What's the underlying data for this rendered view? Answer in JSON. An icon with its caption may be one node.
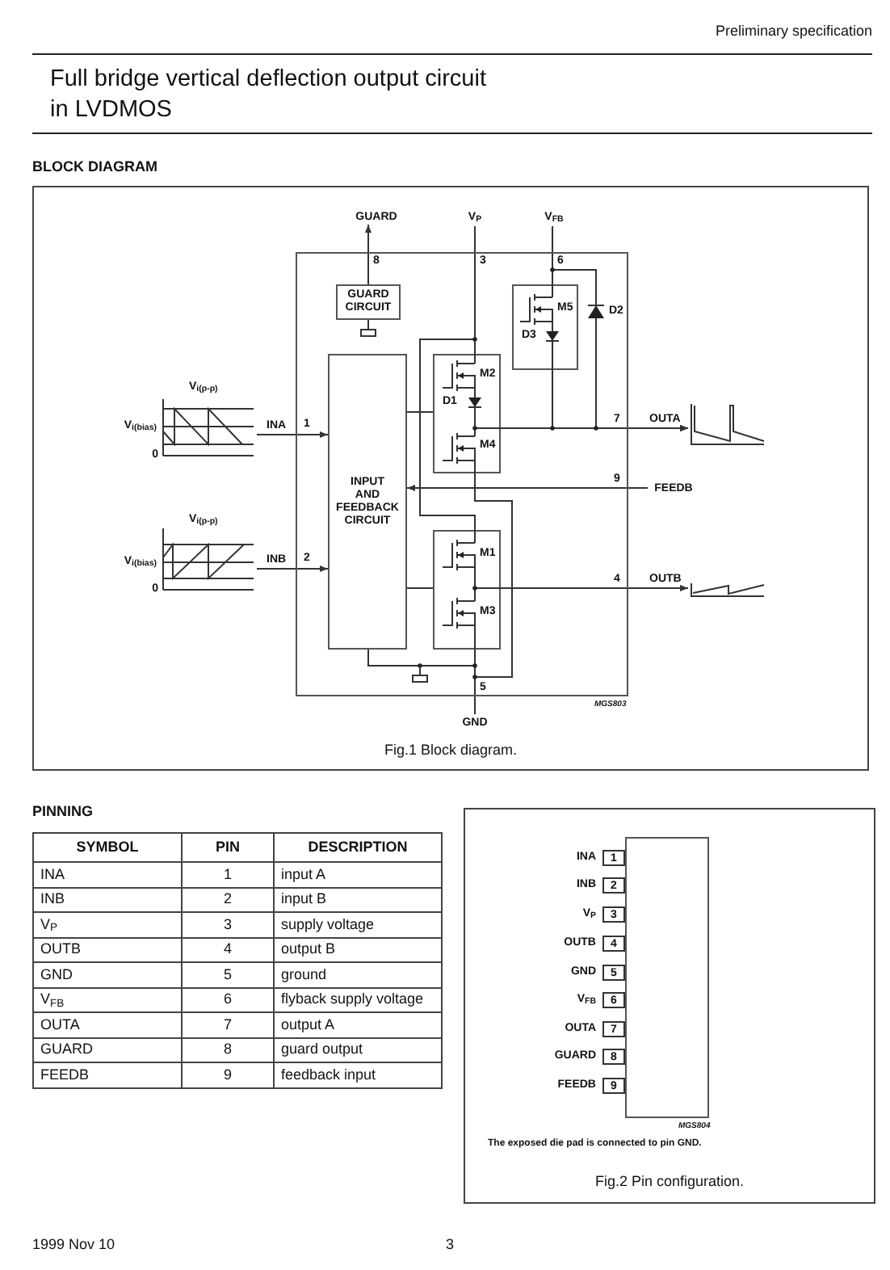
{
  "diagram": {
    "title": "Full bridge vertical deflection output circuit in LVDMOS",
    "nodes": [
      {
        "text": [
          "GUARD"
        ]
      },
      {
        "text": [
          "V$_{P}$"
        ]
      },
      {
        "text": [
          "V$_{FB}$"
        ]
      },
      {
        "text": [],
        "shape": "box"
      },
      {
        "text": [
          "GUARD CIRCUIT"
        ],
        "in": 3
      },
      {
        "text": [
          "M5",
          "D3"
        ],
        "in": 3
      },
      {
        "text": [],
        "shape": "diode",
        "beside": [
          "D2"
        ],
        "in": 3
      },
      {
        "text": [],
        "shape": "picture",
        "beside": [
          "V$_{i(p-p)}$",
          "V$_{i(bias)}$",
          "0"
        ]
      },
      {
        "text": [
          "INPUT AND FEEDBACK CIRCUIT"
        ],
        "in": 3
      },
      {
        "text": [
          "M2",
          "D1",
          "M4"
        ],
        "in": 3
      },
      {
        "text": [],
        "shape": "picture"
      },
      {
        "text": [
          "FEEDB"
        ]
      },
      {
        "text": [],
        "shape": "picture",
        "beside": [
          "V$_{i(p-p)}$",
          "V$_{i(bias)}$",
          "0"
        ]
      },
      {
        "text": [
          "M1",
          "M3"
        ],
        "in": 3
      },
      {
        "text": [],
        "shape": "picture"
      },
      {
        "text": [
          "GND"
        ]
      },
      {
        "text": [],
        "shape": "box"
      },
      {
        "text": [
          "1"
        ],
        "beside": [
          "INA"
        ]
      },
      {
        "text": [
          "2"
        ],
        "beside": [
          "INB"
        ]
      },
      {
        "text": [
          "3"
        ],
        "beside": [
          "V$_{P}$"
        ]
      },
      {
        "text": [
          "4"
        ],
        "beside": [
          "OUTB"
        ]
      },
      {
        "text": [
          "5"
        ],
        "beside": [
          "GND"
        ]
      },
      {
        "text": [
          "6"
        ],
        "beside": [
          "V$_{FB}$"
        ]
      },
      {
        "text": [
          "7"
        ],
        "beside": [
          "OUTA"
        ]
      },
      {
        "text": [
          "8"
        ],
        "beside": [
          "GUARD"
        ]
      },
      {
        "text": [
          "9"
        ],
        "beside": [
          "FEEDB"
        ]
      }
    ],
    "edges": [
      {
        "from": 4,
        "to": 0,
        "arrow": "to"
      },
      {
        "from": 1,
        "to": 9,
        "arrow": "none"
      },
      {
        "from": 1,
        "to": 13,
        "arrow": "none"
      },
      {
        "from": 2,
        "to": 5,
        "arrow": "none"
      },
      {
        "from": 2,
        "to": 6,
        "arrow": "none"
      },
      {
        "from": 7,
        "to": 8,
        "arrow": "to",
        "label": "INA"
      },
      {
        "from": 12,
        "to": 8,
        "arrow": "to",
        "label": "INB"
      },
      {
        "from": 8,
        "to": 9,
        "arrow": "none"
      },
      {
        "from": 11,
        "to": 8,
        "arrow": "to"
      },
      {
        "from": 8,
        "to": 13,
        "arrow": "none"
      },
      {
        "from": 9,
        "to": 10,
        "arrow": "to",
        "label": "OUTA"
      },
      {
        "from": 5,
        "to": 10,
        "arrow": "to"
      },
      {
        "from": 6,
        "to": 10,
        "arrow": "to"
      },
      {
        "from": 13,
        "to": 14,
        "arrow": "to",
        "label": "OUTB"
      },
      {
        "from": 13,
        "to": 15,
        "arrow": "none"
      },
      {
        "from": 9,
        "to": 15,
        "arrow": "none"
      },
      {
        "from": 8,
        "to": 15,
        "arrow": "none"
      }
    ],
    "labels": [
      "Preliminary specification",
      "BLOCK DIAGRAM",
      "8",
      "3",
      "6",
      "1",
      "7",
      "9",
      "2",
      "4",
      "5",
      "MGS803",
      "Fig.1 Block diagram.",
      "PINNING",
      "SYMBOL",
      "PIN",
      "DESCRIPTION",
      "INA",
      "1",
      "input A",
      "INB",
      "2",
      "input B",
      "V$_{P}$",
      "3",
      "supply voltage",
      "OUTB",
      "4",
      "output B",
      "GND",
      "5",
      "ground",
      "V$_{FB}$",
      "6",
      "flyback supply voltage",
      "OUTA",
      "7",
      "output A",
      "GUARD",
      "8",
      "guard output",
      "FEEDB",
      "9",
      "feedback input",
      "MGS804",
      "The exposed die pad is connected to pin GND.",
      "Fig.2 Pin configuration.",
      "1999 Nov 10",
      "3"
    ]
  }
}
